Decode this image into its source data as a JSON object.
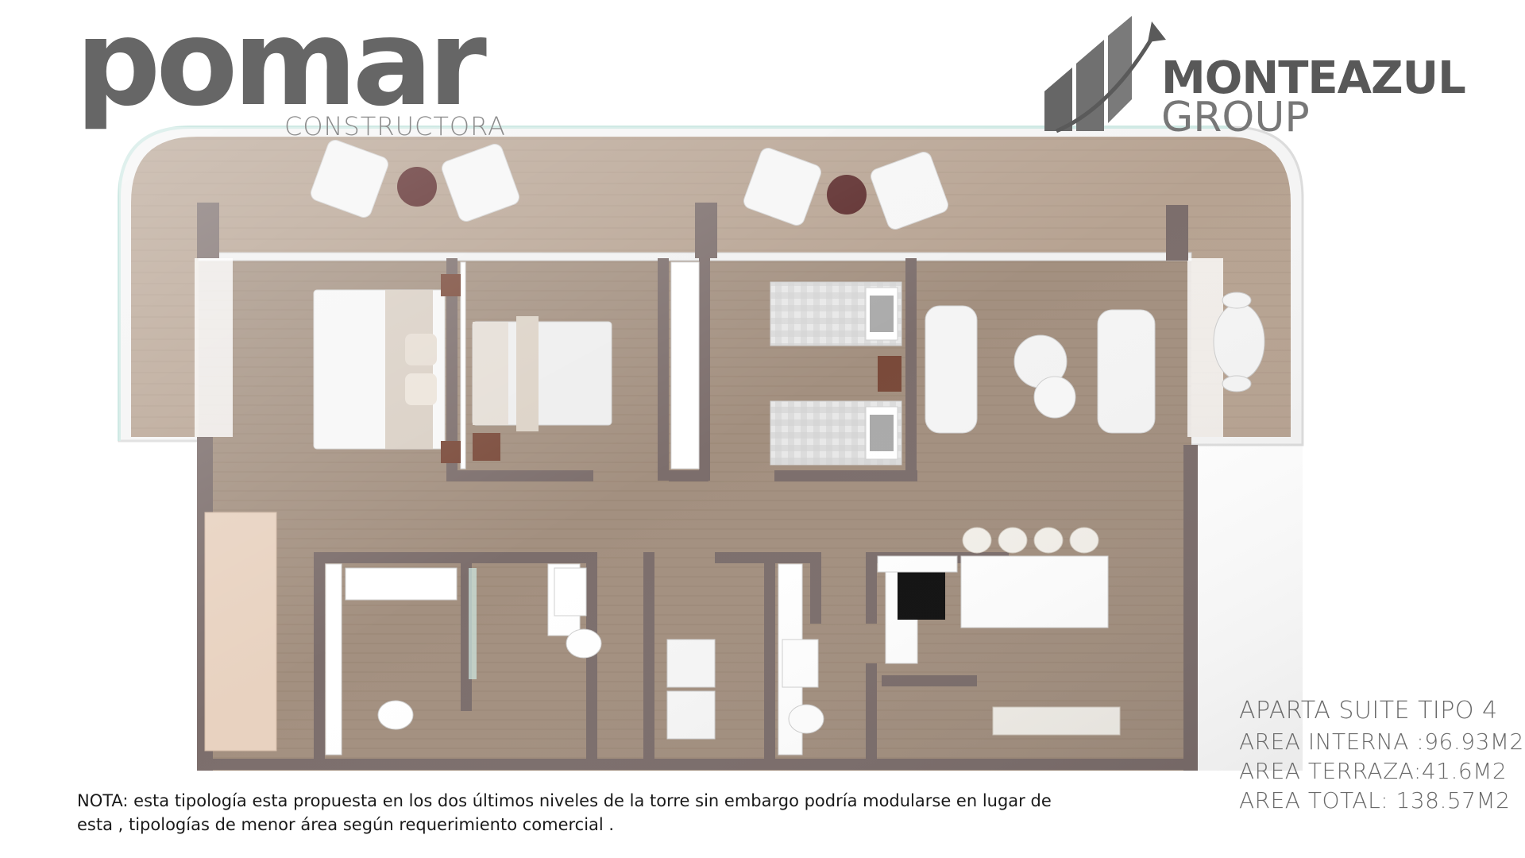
{
  "brand": {
    "left_name": "pomar",
    "left_subtitle": "CONSTRUCTORA",
    "right_name": "MONTEAZUL",
    "right_subtitle": "GROUP"
  },
  "unit_info": {
    "title": "APARTA SUITE TIPO 4",
    "internal_area": "AREA INTERNA :96.93M2",
    "terrace_area": "AREA TERRAZA:41.6M2",
    "total_area": "AREA TOTAL: 138.57M2"
  },
  "note": {
    "line1": "NOTA: esta tipología esta propuesta en los dos últimos niveles de la torre  sin embargo podría modularse en lugar de",
    "line2": "esta , tipologías de menor área según requerimiento comercial ."
  },
  "colors": {
    "floor_wood": "#a08a7a",
    "terrace_wood": "#b5a08e",
    "walls": "#7c6e6c",
    "wall_tops": "#ffffff",
    "brand_grey": "#666666",
    "glass": "#cfe9e4"
  }
}
